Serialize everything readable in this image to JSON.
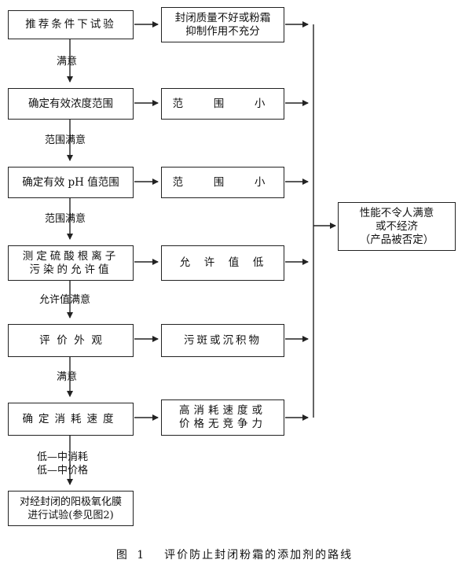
{
  "left_steps": [
    "推荐条件下试验",
    "确定有效浓度范围",
    "确定有效 pH 值范围",
    "测定硫酸根离子\n污染的允许值",
    "评  价  外  观",
    "确定消耗速度",
    "对经封闭的阳极氧化膜\n进行试验(参见图2)"
  ],
  "right_outcomes": [
    "封闭质量不好或粉霜\n抑制作用不充分",
    "范  围  小",
    "范  围  小",
    "允  许  值  低",
    "污斑或沉积物",
    "高消耗速度或\n价格无竞争力"
  ],
  "connector_labels": [
    "满意",
    "范围满意",
    "范围满意",
    "允许值满意",
    "满意",
    "低—中消耗\n低—中价格"
  ],
  "final_box": "性能不令人满意\n或不经济\n（产品被否定）",
  "caption": {
    "number": "图 1",
    "title": "评价防止封闭粉霜的添加剂的路线"
  }
}
